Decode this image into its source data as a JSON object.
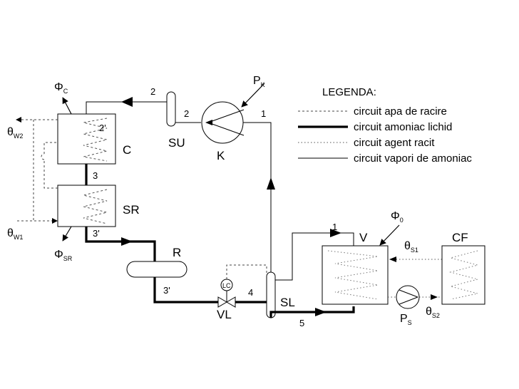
{
  "legend": {
    "title": "LEGENDA:",
    "items": [
      {
        "label": "circuit apa de racire",
        "style": "dashed-thin"
      },
      {
        "label": "circuit amoniac lichid",
        "style": "solid-thick"
      },
      {
        "label": "circuit agent racit",
        "style": "dotted-thin"
      },
      {
        "label": "circuit vapori de amoniac",
        "style": "solid-thin"
      }
    ]
  },
  "components": {
    "condenser": "C",
    "subcooler": "SR",
    "receiver": "R",
    "compressor": "K",
    "separator_top": "SU",
    "separator_liquid": "SL",
    "expansion_valve": "VL",
    "level_control": "LC",
    "evaporator": "V",
    "consumer": "CF"
  },
  "points": {
    "p1_compressor": "1",
    "p2_top": "2",
    "p2_compressor": "2",
    "p2_prime": "2'",
    "p3": "3",
    "p3_prime_top": "3'",
    "p3_prime_bottom": "3'",
    "p4": "4",
    "p5": "5",
    "p1_evaporator": "1"
  },
  "symbols": {
    "phi_c": {
      "main": "Φ",
      "sub": "C"
    },
    "phi_sr": {
      "main": "Φ",
      "sub": "SR"
    },
    "phi_0": {
      "main": "Φ",
      "sub": "0"
    },
    "p_k": {
      "main": "P",
      "sub": "K"
    },
    "p_s": {
      "main": "P",
      "sub": "S"
    },
    "theta_w2": {
      "main": "θ",
      "sub": "W2"
    },
    "theta_w1": {
      "main": "θ",
      "sub": "W1"
    },
    "theta_s1": {
      "main": "θ",
      "sub": "S1"
    },
    "theta_s2": {
      "main": "θ",
      "sub": "S2"
    }
  },
  "colors": {
    "line": "#000000",
    "background": "#ffffff"
  }
}
